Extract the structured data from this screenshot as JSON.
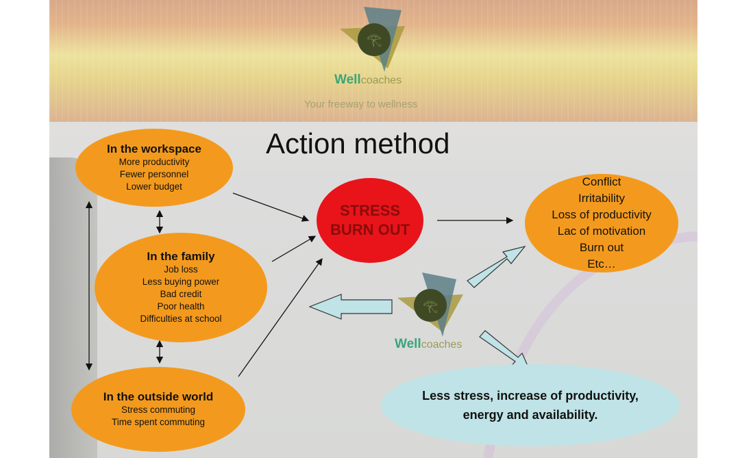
{
  "header": {
    "brand_well": "Well",
    "brand_coaches": "coaches",
    "tagline": "Your freeway to wellness"
  },
  "title": "Action method",
  "center": {
    "line1": "STRESS",
    "line2": "BURN OUT"
  },
  "workspace": {
    "title": "In the workspace",
    "items": [
      "More productivity",
      "Fewer personnel",
      "Lower budget"
    ]
  },
  "family": {
    "title": "In the family",
    "items": [
      "Job loss",
      "Less buying power",
      "Bad credit",
      "Poor health",
      "Difficulties at school"
    ]
  },
  "outside": {
    "title": "In the outside world",
    "items": [
      "Stress commuting",
      "Time spent commuting"
    ]
  },
  "effects": {
    "items": [
      "Conflict",
      "Irritability",
      "Loss of productivity",
      "Lac of motivation",
      "Burn out",
      "Etc…"
    ]
  },
  "logo2": {
    "brand_well": "Well",
    "brand_coaches": "coaches"
  },
  "outcome": {
    "line1": "Less stress, increase of productivity,",
    "line2": "energy and availability."
  },
  "colors": {
    "orange": "#f39a1e",
    "red": "#e8141a",
    "teal": "#bfe3e6",
    "green": "#3aa57a"
  }
}
